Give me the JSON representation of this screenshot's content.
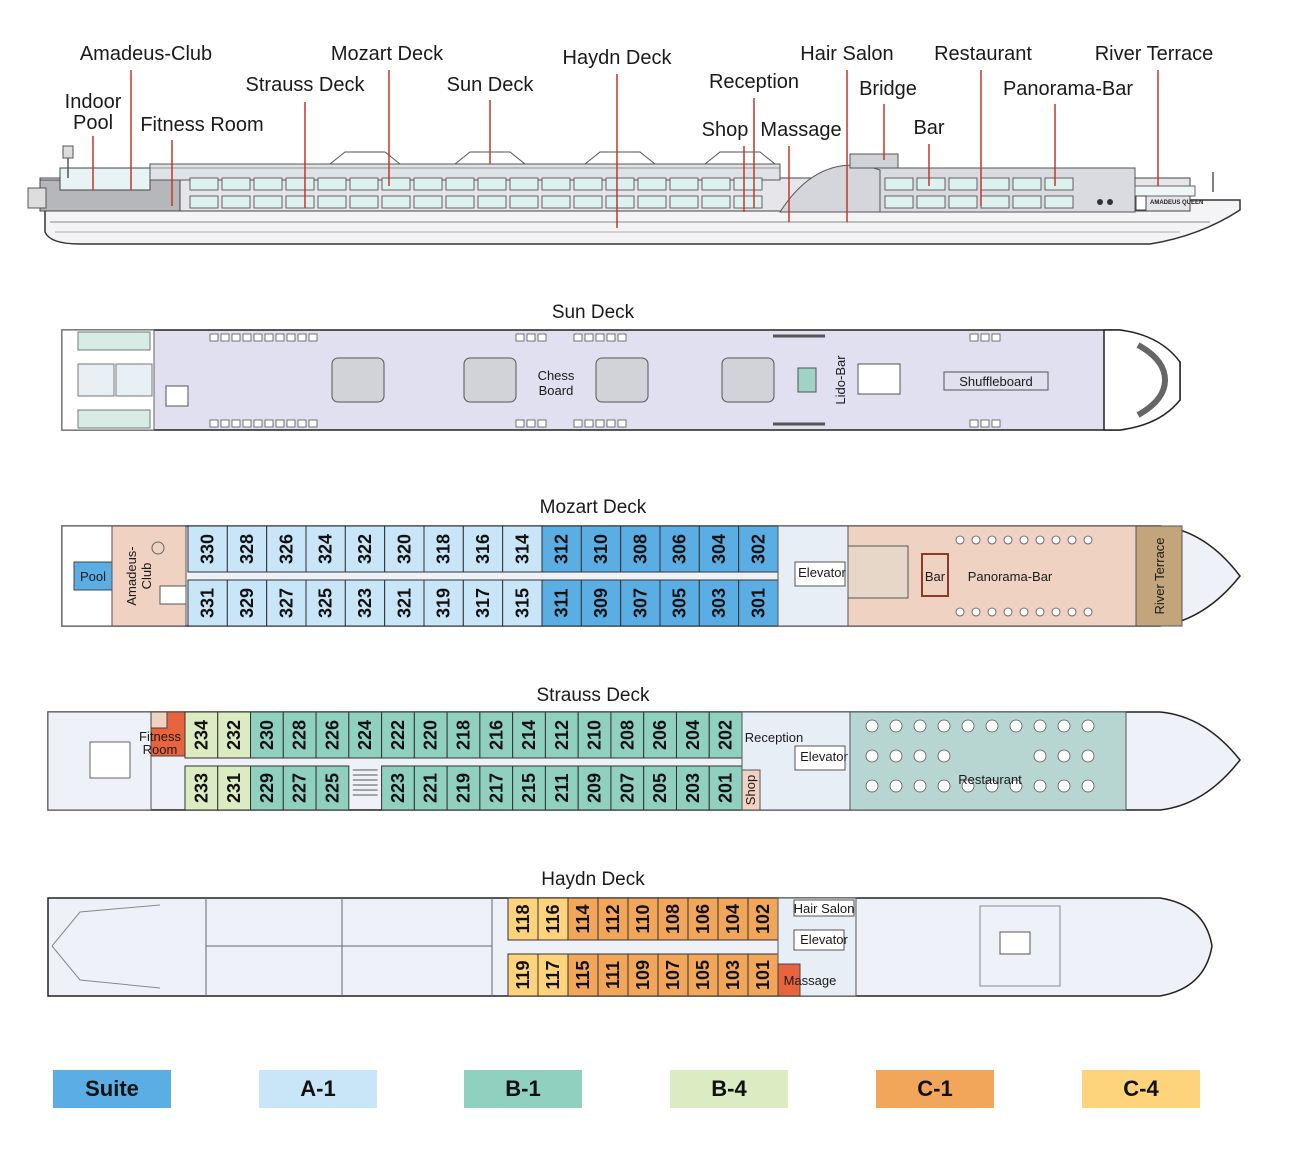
{
  "colors": {
    "suite": "#5aaee3",
    "a1": "#c8e6f8",
    "b1": "#8fd0bf",
    "b4": "#dcecc2",
    "c1": "#f2a65a",
    "c4": "#fdd37b",
    "massage": "#e8643e",
    "hull": "#ecedf7",
    "public_pink": "#efd2c2",
    "restaurant": "#b7d6d2",
    "terrace": "#c3a57b",
    "callout_line": "#c0392b"
  },
  "profile": {
    "callouts": [
      {
        "id": "indoor-pool",
        "lines": [
          "Indoor",
          "Pool"
        ]
      },
      {
        "id": "amadeus-club",
        "lines": [
          "Amadeus-Club"
        ]
      },
      {
        "id": "fitness-room",
        "lines": [
          "Fitness Room"
        ]
      },
      {
        "id": "strauss-deck",
        "lines": [
          "Strauss Deck"
        ]
      },
      {
        "id": "mozart-deck",
        "lines": [
          "Mozart Deck"
        ]
      },
      {
        "id": "sun-deck",
        "lines": [
          "Sun Deck"
        ]
      },
      {
        "id": "haydn-deck",
        "lines": [
          "Haydn Deck"
        ]
      },
      {
        "id": "reception",
        "lines": [
          "Reception"
        ]
      },
      {
        "id": "shop",
        "lines": [
          "Shop"
        ]
      },
      {
        "id": "massage",
        "lines": [
          "Massage"
        ]
      },
      {
        "id": "hair-salon",
        "lines": [
          "Hair Salon"
        ]
      },
      {
        "id": "bridge",
        "lines": [
          "Bridge"
        ]
      },
      {
        "id": "bar",
        "lines": [
          "Bar"
        ]
      },
      {
        "id": "restaurant",
        "lines": [
          "Restaurant"
        ]
      },
      {
        "id": "panorama-bar",
        "lines": [
          "Panorama-Bar"
        ]
      },
      {
        "id": "river-terrace",
        "lines": [
          "River Terrace"
        ]
      }
    ],
    "ship_name": "AMADEUS QUEEN"
  },
  "sun_deck": {
    "title": "Sun Deck",
    "chess_lines": [
      "Chess",
      "Board"
    ],
    "lido_bar": "Lido-Bar",
    "shuffleboard": "Shuffleboard"
  },
  "mozart_deck": {
    "title": "Mozart Deck",
    "pool": "Pool",
    "club_lines": [
      "Amadeus-",
      "Club"
    ],
    "elevator": "Elevator",
    "bar": "Bar",
    "panorama_bar": "Panorama-Bar",
    "river_terrace": "River Terrace",
    "cabins_top": [
      {
        "n": "330",
        "c": "a1"
      },
      {
        "n": "328",
        "c": "a1"
      },
      {
        "n": "326",
        "c": "a1"
      },
      {
        "n": "324",
        "c": "a1"
      },
      {
        "n": "322",
        "c": "a1"
      },
      {
        "n": "320",
        "c": "a1"
      },
      {
        "n": "318",
        "c": "a1"
      },
      {
        "n": "316",
        "c": "a1"
      },
      {
        "n": "314",
        "c": "a1"
      },
      {
        "n": "312",
        "c": "suite"
      },
      {
        "n": "310",
        "c": "suite"
      },
      {
        "n": "308",
        "c": "suite"
      },
      {
        "n": "306",
        "c": "suite"
      },
      {
        "n": "304",
        "c": "suite"
      },
      {
        "n": "302",
        "c": "suite"
      }
    ],
    "cabins_bottom": [
      {
        "n": "331",
        "c": "a1"
      },
      {
        "n": "329",
        "c": "a1"
      },
      {
        "n": "327",
        "c": "a1"
      },
      {
        "n": "325",
        "c": "a1"
      },
      {
        "n": "323",
        "c": "a1"
      },
      {
        "n": "321",
        "c": "a1"
      },
      {
        "n": "319",
        "c": "a1"
      },
      {
        "n": "317",
        "c": "a1"
      },
      {
        "n": "315",
        "c": "a1"
      },
      {
        "n": "311",
        "c": "suite"
      },
      {
        "n": "309",
        "c": "suite"
      },
      {
        "n": "307",
        "c": "suite"
      },
      {
        "n": "305",
        "c": "suite"
      },
      {
        "n": "303",
        "c": "suite"
      },
      {
        "n": "301",
        "c": "suite"
      }
    ]
  },
  "strauss_deck": {
    "title": "Strauss Deck",
    "fitness_lines": [
      "Fitness",
      "Room"
    ],
    "reception": "Reception",
    "elevator": "Elevator",
    "shop": "Shop",
    "restaurant": "Restaurant",
    "cabins_top": [
      {
        "n": "234",
        "c": "b4"
      },
      {
        "n": "232",
        "c": "b4"
      },
      {
        "n": "230",
        "c": "b1"
      },
      {
        "n": "228",
        "c": "b1"
      },
      {
        "n": "226",
        "c": "b1"
      },
      {
        "n": "224",
        "c": "b1"
      },
      {
        "n": "222",
        "c": "b1"
      },
      {
        "n": "220",
        "c": "b1"
      },
      {
        "n": "218",
        "c": "b1"
      },
      {
        "n": "216",
        "c": "b1"
      },
      {
        "n": "214",
        "c": "b1"
      },
      {
        "n": "212",
        "c": "b1"
      },
      {
        "n": "210",
        "c": "b1"
      },
      {
        "n": "208",
        "c": "b1"
      },
      {
        "n": "206",
        "c": "b1"
      },
      {
        "n": "204",
        "c": "b1"
      },
      {
        "n": "202",
        "c": "b1"
      }
    ],
    "cabins_bottom": [
      {
        "n": "233",
        "c": "b4"
      },
      {
        "n": "231",
        "c": "b4"
      },
      {
        "n": "229",
        "c": "b1"
      },
      {
        "n": "227",
        "c": "b1"
      },
      {
        "n": "225",
        "c": "b1"
      },
      {
        "n": "223",
        "c": "b1"
      },
      {
        "n": "221",
        "c": "b1"
      },
      {
        "n": "219",
        "c": "b1"
      },
      {
        "n": "217",
        "c": "b1"
      },
      {
        "n": "215",
        "c": "b1"
      },
      {
        "n": "211",
        "c": "b1"
      },
      {
        "n": "209",
        "c": "b1"
      },
      {
        "n": "207",
        "c": "b1"
      },
      {
        "n": "205",
        "c": "b1"
      },
      {
        "n": "203",
        "c": "b1"
      },
      {
        "n": "201",
        "c": "b1"
      }
    ]
  },
  "haydn_deck": {
    "title": "Haydn Deck",
    "hair_salon": "Hair Salon",
    "elevator": "Elevator",
    "massage": "Massage",
    "cabins_top": [
      {
        "n": "118",
        "c": "c4"
      },
      {
        "n": "116",
        "c": "c4"
      },
      {
        "n": "114",
        "c": "c1"
      },
      {
        "n": "112",
        "c": "c1"
      },
      {
        "n": "110",
        "c": "c1"
      },
      {
        "n": "108",
        "c": "c1"
      },
      {
        "n": "106",
        "c": "c1"
      },
      {
        "n": "104",
        "c": "c1"
      },
      {
        "n": "102",
        "c": "c1"
      }
    ],
    "cabins_bottom": [
      {
        "n": "119",
        "c": "c4"
      },
      {
        "n": "117",
        "c": "c4"
      },
      {
        "n": "115",
        "c": "c1"
      },
      {
        "n": "111",
        "c": "c1"
      },
      {
        "n": "109",
        "c": "c1"
      },
      {
        "n": "107",
        "c": "c1"
      },
      {
        "n": "105",
        "c": "c1"
      },
      {
        "n": "103",
        "c": "c1"
      },
      {
        "n": "101",
        "c": "c1"
      }
    ]
  },
  "legend": [
    {
      "label": "Suite",
      "color": "suite"
    },
    {
      "label": "A-1",
      "color": "a1"
    },
    {
      "label": "B-1",
      "color": "b1"
    },
    {
      "label": "B-4",
      "color": "b4"
    },
    {
      "label": "C-1",
      "color": "c1"
    },
    {
      "label": "C-4",
      "color": "c4"
    }
  ]
}
